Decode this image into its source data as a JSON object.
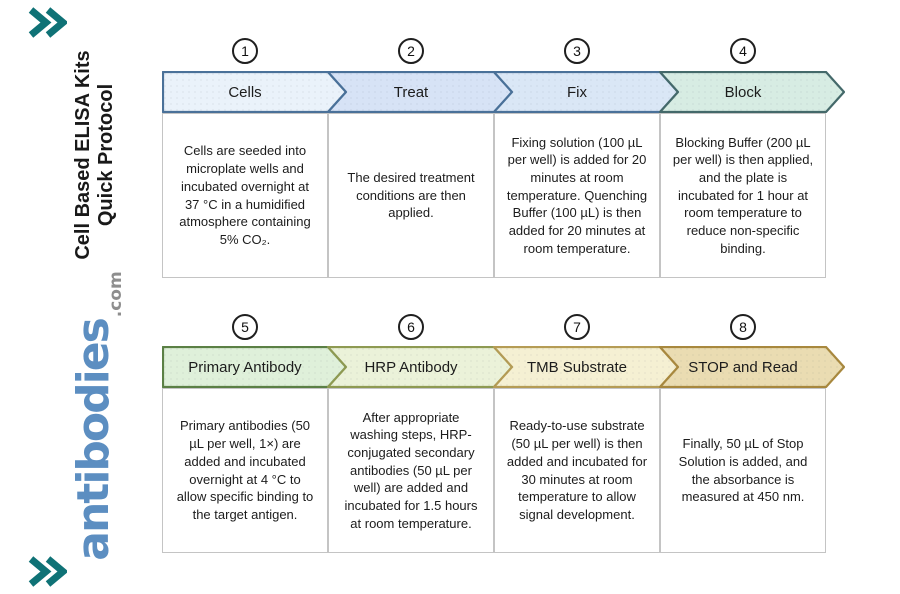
{
  "branding": {
    "title_line1": "Cell Based ELISA Kits",
    "title_line2": "Quick Protocol",
    "logo_text": "antibodies",
    "logo_suffix": ".com",
    "logo_color": "#5c8ec1",
    "logo_suffix_color": "#8e8e8e",
    "chevron_icon_color": "#0f7276"
  },
  "styles": {
    "box_border_color": "#c4c4c4",
    "circle_border_color": "#1f1f1f",
    "text_color": "#1c1c1c"
  },
  "rows": [
    {
      "steps": [
        {
          "number": "1",
          "label": "Cells",
          "description": "Cells are seeded into microplate wells and incubated overnight at 37 °C in a humidified atmosphere containing 5% CO₂.",
          "fill": "#eaf2fa",
          "border": "#4a7199"
        },
        {
          "number": "2",
          "label": "Treat",
          "description": "The desired treatment conditions are then applied.",
          "fill": "#d7e3f6",
          "border": "#4a7199"
        },
        {
          "number": "3",
          "label": "Fix",
          "description": "Fixing solution (100 µL per well) is added for 20 minutes at room temperature. Quenching Buffer (100 µL) is then added for 20 minutes at room temperature.",
          "fill": "#dae7f6",
          "border": "#4a7199"
        },
        {
          "number": "4",
          "label": "Block",
          "description": "Blocking Buffer (200 µL per well) is then applied, and the plate is incubated for 1 hour at room temperature to reduce non-specific binding.",
          "fill": "#d7ece3",
          "border": "#44696a"
        }
      ]
    },
    {
      "steps": [
        {
          "number": "5",
          "label": "Primary Antibody",
          "description": "Primary antibodies (50 µL per well, 1×) are added and incubated overnight at 4 °C to allow specific binding to the target antigen.",
          "fill": "#dff0da",
          "border": "#5b8045"
        },
        {
          "number": "6",
          "label": "HRP Antibody",
          "description": "After appropriate washing steps, HRP-conjugated secondary antibodies (50 µL per well) are added and incubated for 1.5 hours at room temperature.",
          "fill": "#ebf2d9",
          "border": "#8e9a52"
        },
        {
          "number": "7",
          "label": "TMB Substrate",
          "description": "Ready-to-use substrate (50 µL per well) is then added and incubated for 30 minutes at room temperature to allow signal development.",
          "fill": "#f5f0d3",
          "border": "#b59c55"
        },
        {
          "number": "8",
          "label": "STOP and Read",
          "description": "Finally, 50 µL of Stop Solution is added, and the absorbance is measured at 450 nm.",
          "fill": "#eadcb2",
          "border": "#a8883e"
        }
      ]
    }
  ]
}
